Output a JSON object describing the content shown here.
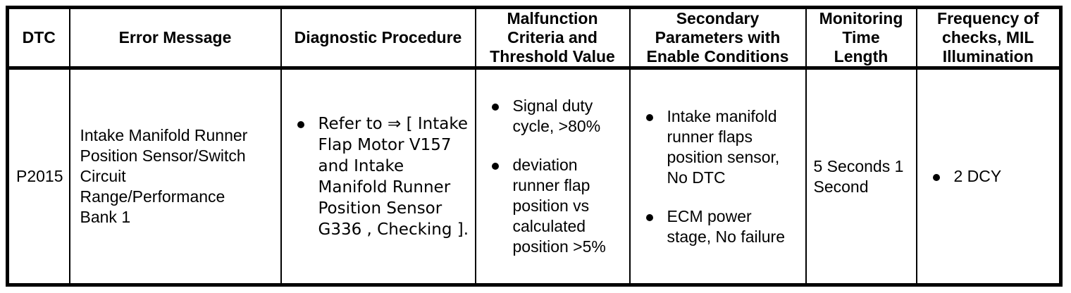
{
  "table": {
    "headers": [
      "DTC",
      "Error Message",
      "Diagnostic Procedure",
      "Malfunction Criteria and Threshold Value",
      "Secondary Parameters with Enable Conditions",
      "Monitoring Time Length",
      "Frequency of checks, MIL Illumination"
    ],
    "header_lines": {
      "dtc": [
        "DTC"
      ],
      "error_message": [
        "Error Message"
      ],
      "diagnostic_procedure": [
        "Diagnostic Procedure"
      ],
      "malfunction_criteria": [
        "Malfunction",
        "Criteria and",
        "Threshold Value"
      ],
      "secondary_parameters": [
        "Secondary",
        "Parameters with",
        "Enable Conditions"
      ],
      "monitoring_time": [
        "Monitoring",
        "Time",
        "Length"
      ],
      "frequency_mil": [
        "Frequency of",
        "checks, MIL",
        "Illumination"
      ]
    },
    "rows": [
      {
        "dtc": "P2015",
        "error_message_lines": [
          "Intake Manifold Runner",
          "Position Sensor/Switch",
          "Circuit",
          "Range/Performance",
          "Bank 1"
        ],
        "diagnostic_procedure_bullets": [
          "Refer to ⇒ [ Intake Flap Motor V157 and Intake Manifold Runner Position Sensor G336 , Checking ]."
        ],
        "malfunction_criteria_bullets": [
          "Signal duty cycle, >80%",
          "deviation runner flap position vs calculated position >5%"
        ],
        "secondary_parameters_bullets": [
          "Intake manifold runner flaps position sensor, No DTC",
          "ECM power stage, No failure"
        ],
        "monitoring_time": "5 Seconds 1 Second",
        "frequency_mil_bullets": [
          "2 DCY"
        ]
      }
    ]
  },
  "colors": {
    "border": "#000000",
    "text": "#000000",
    "background": "#ffffff"
  }
}
